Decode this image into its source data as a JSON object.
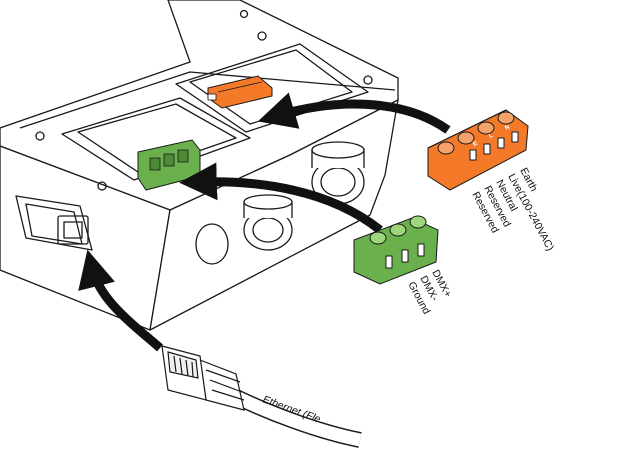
{
  "power_connector": {
    "pin_labels": [
      "E",
      "L",
      "N"
    ],
    "pins": [
      "Earth",
      "Live(100-240VAC)",
      "Neutral",
      "Reserved",
      "Reserved"
    ]
  },
  "dmx_connector": {
    "pins": [
      "DMX+",
      "DMX-",
      "Ground"
    ]
  },
  "ethernet": {
    "label": "Ethernet (Fle"
  },
  "colors": {
    "power_connector": "#f47a2a",
    "dmx_connector": "#6ab04c",
    "arrow": "#111111",
    "outline": "#1a1a1a"
  },
  "icons": [
    "arrow-icon",
    "cable-gland-icon",
    "rj45-plug-icon"
  ]
}
